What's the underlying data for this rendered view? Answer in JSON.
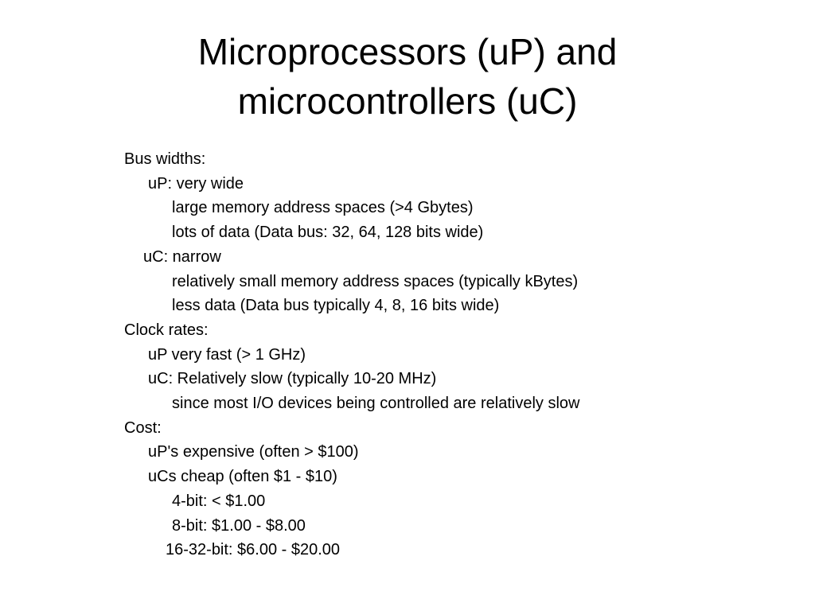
{
  "slide": {
    "title_line1": "Microprocessors (uP) and",
    "title_line2": "microcontrollers (uC)",
    "lines": [
      "Bus widths:",
      "uP: very wide",
      "large memory address spaces (>4 Gbytes)",
      "lots of data (Data bus: 32, 64, 128 bits wide)",
      "uC: narrow",
      "relatively small memory address spaces (typically kBytes)",
      "less data (Data bus typically 4, 8, 16 bits wide)",
      "Clock rates:",
      "uP very fast (> 1 GHz)",
      "uC: Relatively slow (typically 10-20 MHz)",
      "since most I/O devices being controlled are relatively slow",
      "Cost:",
      "uP's expensive (often > $100)",
      "uCs cheap (often $1 - $10)",
      "4-bit:  < $1.00",
      "8-bit:  $1.00 - $8.00",
      "16-32-bit:  $6.00 - $20.00"
    ]
  }
}
